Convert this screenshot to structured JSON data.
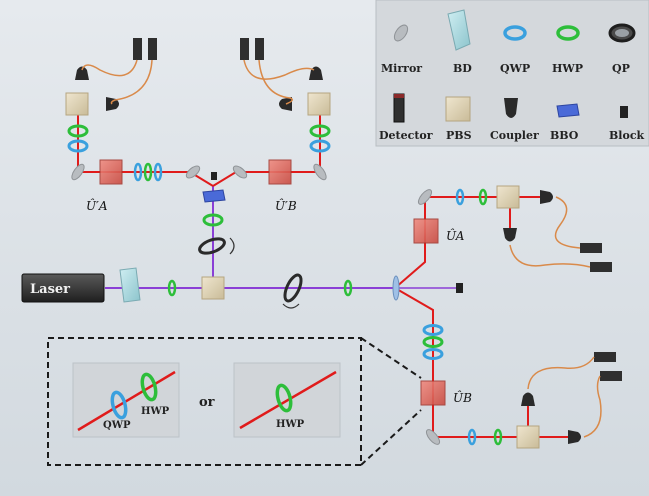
{
  "legend": {
    "mirror": "Mirror",
    "bd": "BD",
    "qwp": "QWP",
    "hwp": "HWP",
    "qp": "QP",
    "detector": "Detector",
    "pbs": "PBS",
    "coupler": "Coupler",
    "bbo": "BBO",
    "block": "Block"
  },
  "source": {
    "laser": "Laser"
  },
  "unitary_labels": {
    "ua_prime": "Û′A",
    "ub_prime": "Û′B",
    "ua": "ÛA",
    "ub": "ÛB"
  },
  "inset": {
    "qwp": "QWP",
    "hwp_left": "HWP",
    "or": "or",
    "hwp_right": "HWP"
  },
  "colors": {
    "background": "#dde3e8",
    "pump_beam": "#8a3fd6",
    "signal_beam": "#e01b1b",
    "qwp": "#3aa0de",
    "hwp": "#2dbe3a",
    "fiber": "#d98a4a",
    "unitary_box": "#e6665c",
    "bbo": "#4a6ad8"
  }
}
